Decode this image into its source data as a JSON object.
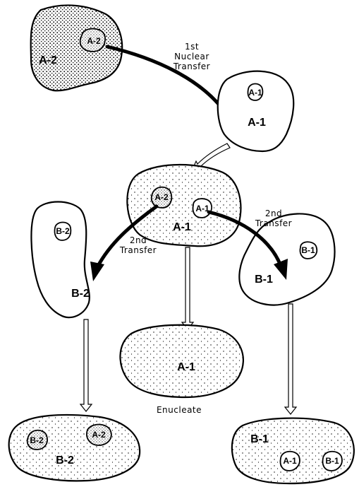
{
  "labels": {
    "cell_a2_donor": "A-2",
    "nuc_a2_donor": "A-2",
    "cell_a1_host": "A-1",
    "nuc_a1_host": "A-1",
    "cell_a1_hybrid": "A-1",
    "nuc_a2_hybrid": "A-2",
    "nuc_a1_hybrid": "A-1",
    "cell_b2_host": "B-2",
    "nuc_b2_host": "B-2",
    "cell_b1_host": "B-1",
    "nuc_b1_host": "B-1",
    "cell_a1_enucleate": "A-1",
    "cell_b2_final": "B-2",
    "nuc_b2_final": "B-2",
    "nuc_a2_final": "A-2",
    "cell_b1_final": "B-1",
    "nuc_a1_final": "A-1",
    "nuc_b1_final": "B-1"
  },
  "captions": {
    "first_transfer": [
      "1st",
      "Nuclear",
      "Transfer"
    ],
    "second_transfer_left": [
      "2nd",
      "Transfer"
    ],
    "second_transfer_right": [
      "2nd",
      "Transfer"
    ],
    "enucleate": "Enucleate"
  },
  "colors": {
    "ink": "#000000",
    "paper": "#ffffff"
  }
}
